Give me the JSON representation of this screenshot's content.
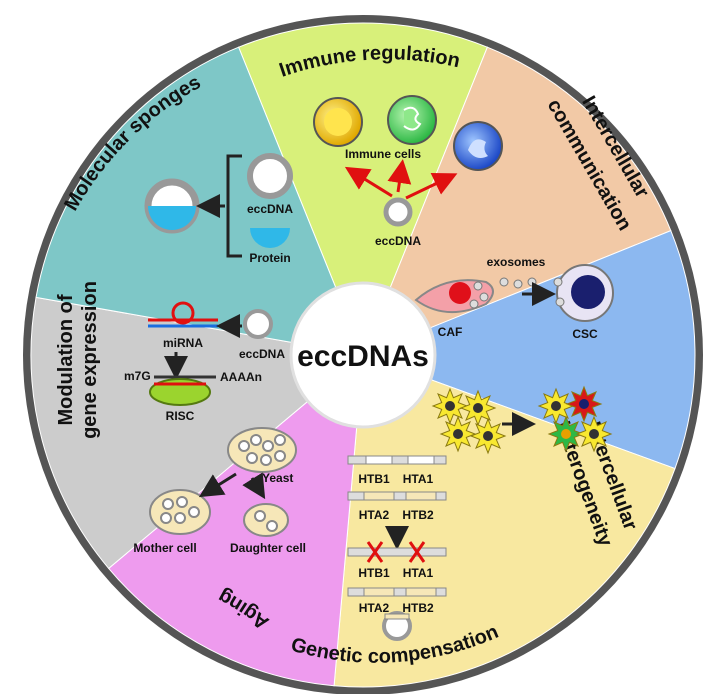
{
  "center": {
    "label": "eccDNAs"
  },
  "segments": {
    "immune": {
      "title": "Immune regulation",
      "cells_label": "Immune cells",
      "dna_label": "eccDNA",
      "color": "#F2C9A6"
    },
    "sponges": {
      "title": "Molecular sponges",
      "dna_label": "eccDNA",
      "protein_label": "Protein",
      "color": "#D8F07A"
    },
    "communication": {
      "title_line1": "Intercellular",
      "title_line2": "communication",
      "exosomes_label": "exosomes",
      "caf_label": "CAF",
      "csc_label": "CSC",
      "color": "#8CB8F0"
    },
    "heterogeneity": {
      "title_line1": "Intercellular",
      "title_line2": "heterogeneity",
      "color": "#F8E8A0"
    },
    "genetic": {
      "title": "Genetic compensation",
      "htb1": "HTB1",
      "hta1": "HTA1",
      "hta2": "HTA2",
      "htb2": "HTB2",
      "color": "#EE9BEE"
    },
    "aging": {
      "title": "Aging",
      "yeast_label": "Yeast",
      "mother_label": "Mother cell",
      "daughter_label": "Daughter cell",
      "color": "#CCCCCC"
    },
    "modulation": {
      "title_line1": "Modulation of",
      "title_line2": "gene expression",
      "mirna_label": "miRNA",
      "dna_label": "eccDNA",
      "m7g_label": "m7G",
      "aaaa_label": "AAAAn",
      "risc_label": "RISC",
      "color": "#7EC7C7"
    }
  },
  "icons": [
    "immune-cell-icon",
    "neutrophil-icon",
    "macrophage-icon",
    "eccdna-circle-icon",
    "cancer-cell-icon",
    "yeast-cell-icon",
    "gene-bar-icon",
    "rna-hairpin-icon",
    "risc-complex-icon"
  ]
}
